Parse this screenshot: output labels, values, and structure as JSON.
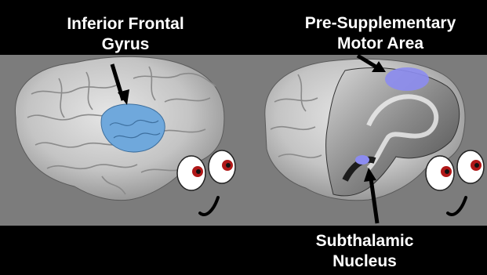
{
  "panels": [
    {
      "id": "left",
      "label_lines": [
        "Inferior Frontal",
        "Gyrus"
      ]
    },
    {
      "id": "right",
      "label_lines": [
        "Pre-Supplementary",
        "Motor Area"
      ]
    },
    {
      "id": "right-bottom",
      "label_lines": [
        "Subthalamic",
        "Nucleus"
      ]
    }
  ],
  "colors": {
    "background": "#000000",
    "band": "#7c7c7c",
    "brain": "#d2d2d2",
    "ifg_region": "#6fa8dc",
    "presma_region": "#8c8cf0",
    "stn_region": "#8c8cf0",
    "eye_iris": "#b01818"
  },
  "icons": [
    "brain-surface-icon",
    "brain-sagittal-slice-icon",
    "eyes-icon",
    "nose-icon",
    "arrow-icon"
  ]
}
